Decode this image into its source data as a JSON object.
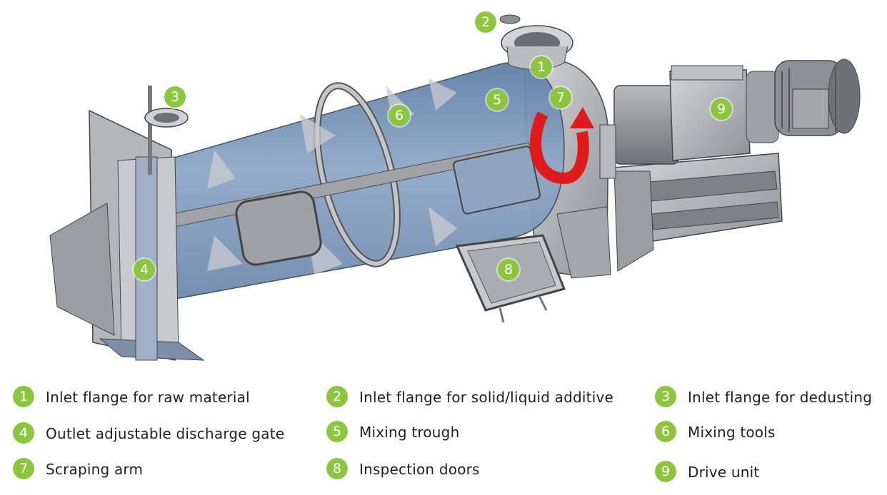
{
  "colors": {
    "badge": "#8cc63f",
    "trough": "#8aa4c2",
    "steel": "#a9abae",
    "arrow": "#e01a1a"
  },
  "callouts": [
    "1",
    "2",
    "3",
    "4",
    "5",
    "6",
    "7",
    "8",
    "9"
  ],
  "legend": [
    {
      "num": "1",
      "label": "Inlet flange for raw material"
    },
    {
      "num": "2",
      "label": "Inlet flange for solid/liquid additive"
    },
    {
      "num": "3",
      "label": "Inlet flange for dedusting"
    },
    {
      "num": "4",
      "label": "Outlet adjustable discharge gate"
    },
    {
      "num": "5",
      "label": "Mixing trough"
    },
    {
      "num": "6",
      "label": "Mixing tools"
    },
    {
      "num": "7",
      "label": "Scraping arm"
    },
    {
      "num": "8",
      "label": "Inspection doors"
    },
    {
      "num": "9",
      "label": "Drive unit"
    }
  ]
}
